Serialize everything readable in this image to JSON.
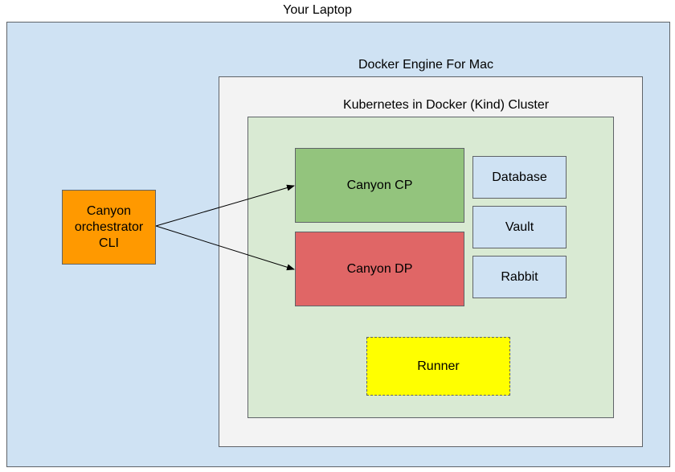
{
  "containers": {
    "laptop": "Your Laptop",
    "docker": "Docker Engine For Mac",
    "kind": "Kubernetes in Docker (Kind) Cluster"
  },
  "nodes": {
    "cli": "Canyon\norchestrator\nCLI",
    "cp": "Canyon CP",
    "dp": "Canyon DP",
    "database": "Database",
    "vault": "Vault",
    "rabbit": "Rabbit",
    "runner": "Runner"
  },
  "colors": {
    "laptop": "#cfe2f3",
    "docker": "#f3f3f3",
    "kind": "#d9ead3",
    "cli": "#ff9900",
    "cp": "#93c47d",
    "dp": "#e06666",
    "services": "#cfe2f3",
    "runner": "#ffff00"
  },
  "edges": [
    {
      "from": "cli",
      "to": "cp"
    },
    {
      "from": "cli",
      "to": "dp"
    }
  ]
}
